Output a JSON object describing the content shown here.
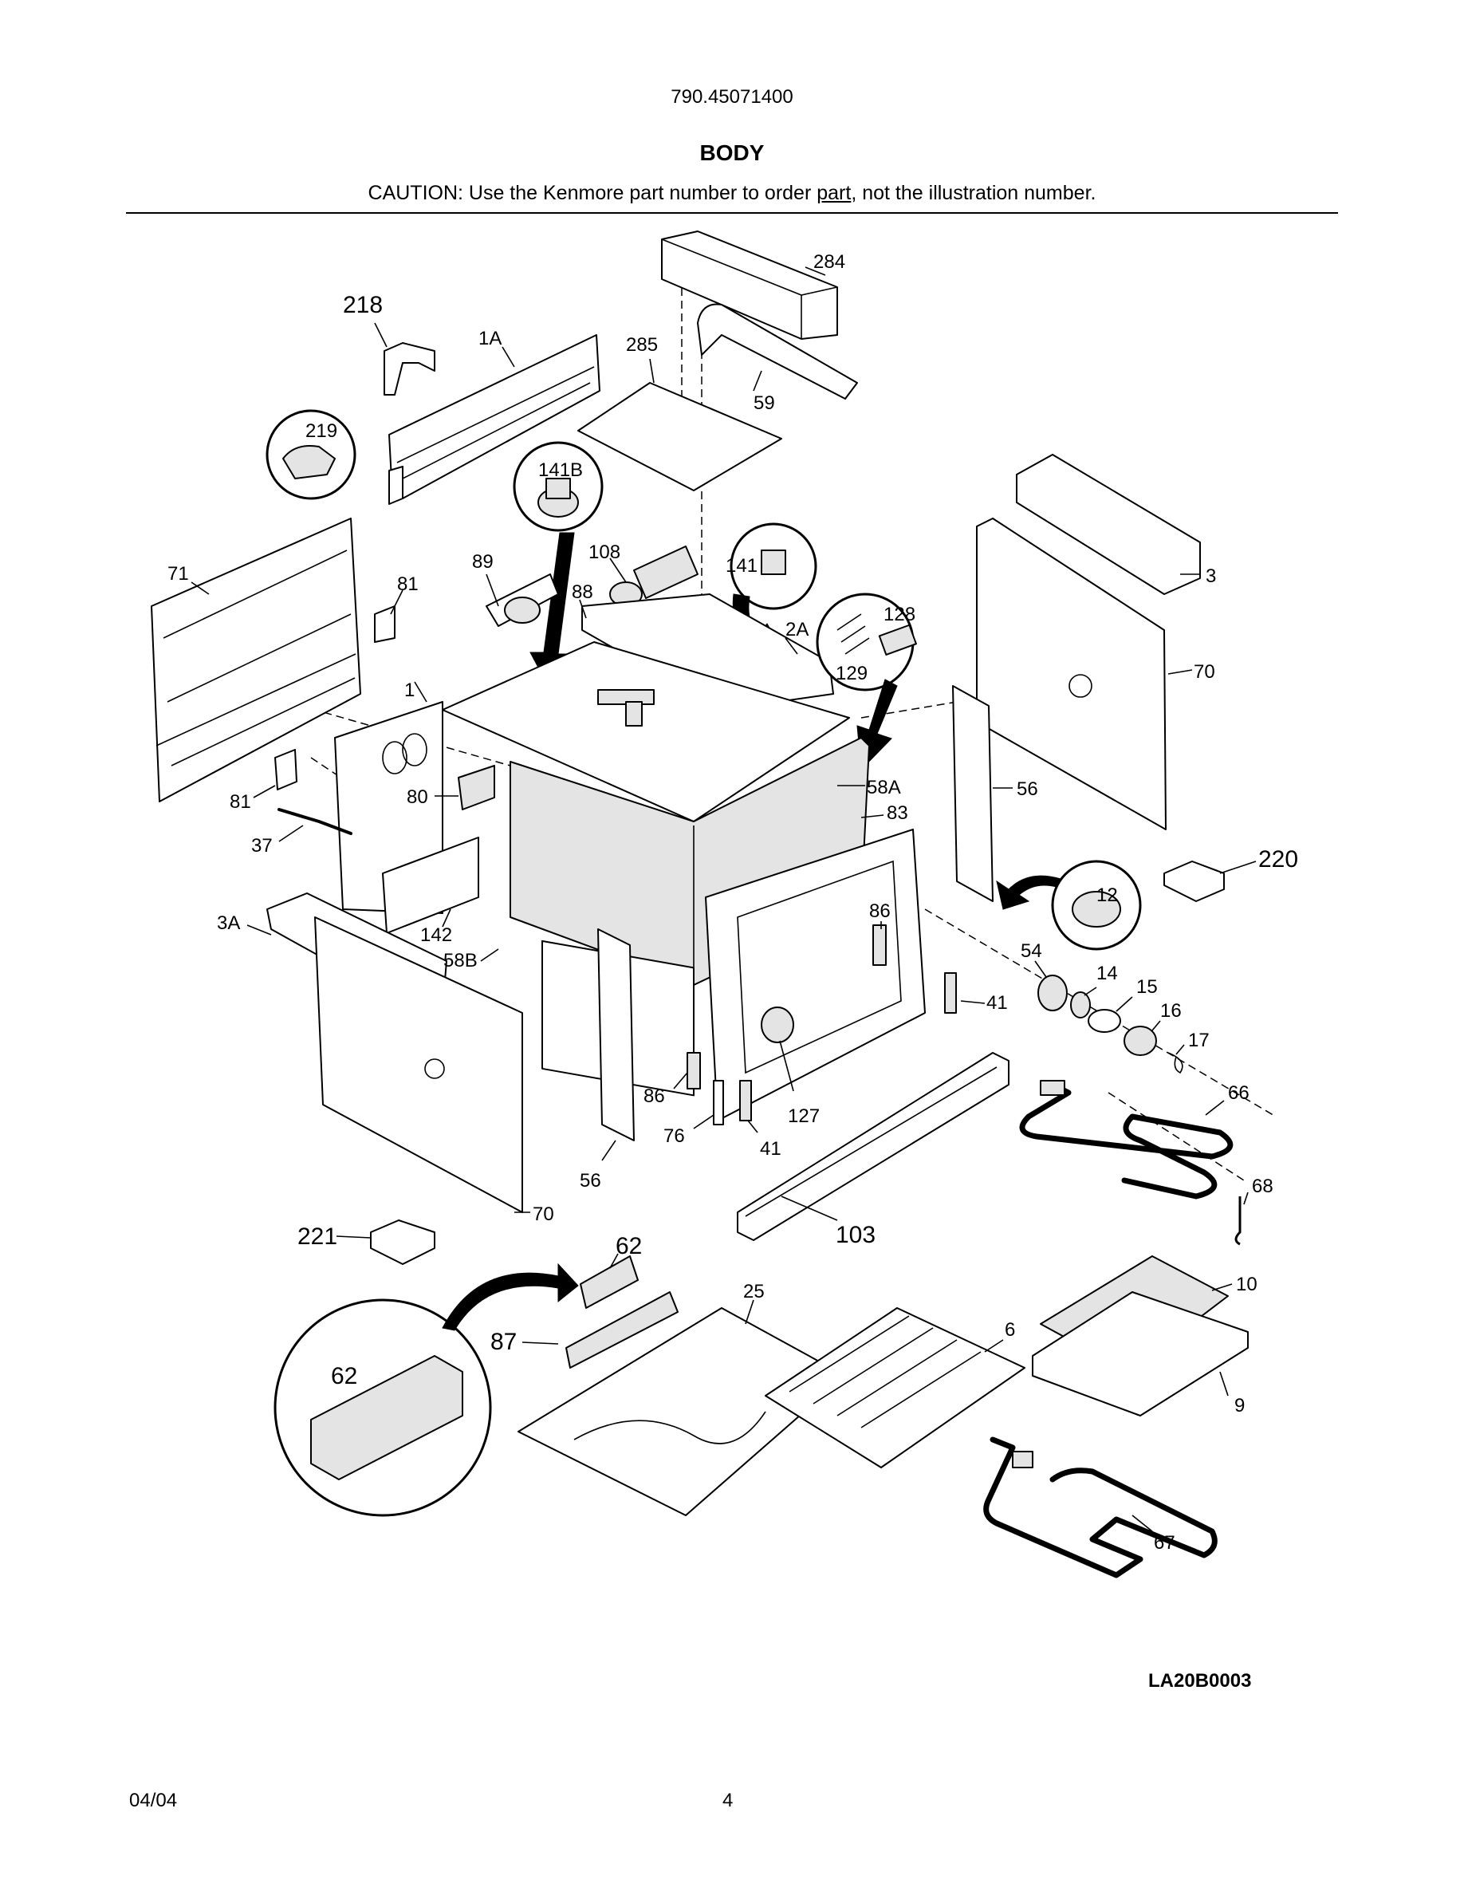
{
  "header": {
    "model_number": "790.45071400",
    "section_title": "BODY",
    "caution_before": "CAUTION: Use the Kenmore part number to order ",
    "caution_link": "part",
    "caution_after": ", not the illustration number."
  },
  "callouts": [
    "284",
    "218",
    "1A",
    "285",
    "59",
    "219",
    "141B",
    "71",
    "89",
    "108",
    "81",
    "88",
    "141",
    "128",
    "2A",
    "129",
    "3",
    "70",
    "1",
    "81",
    "80",
    "58A",
    "56",
    "37",
    "83",
    "220",
    "12",
    "3A",
    "142",
    "58B",
    "86",
    "54",
    "14",
    "15",
    "41",
    "16",
    "17",
    "66",
    "86",
    "127",
    "76",
    "41",
    "56",
    "68",
    "70",
    "221",
    "62",
    "103",
    "10",
    "25",
    "62",
    "87",
    "6",
    "9",
    "67"
  ],
  "footer": {
    "drawing_code": "LA20B0003",
    "date": "04/04",
    "page_number": "4"
  }
}
